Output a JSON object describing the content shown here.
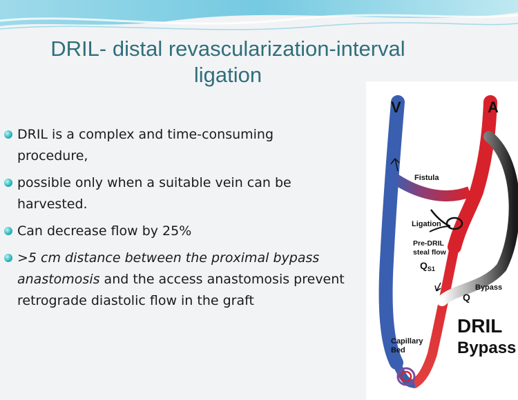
{
  "title": "DRIL- distal revascularization-interval ligation",
  "bullets": [
    {
      "text": "DRIL is a complex and time-consuming procedure,"
    },
    {
      "text": "possible only when a suitable vein can be harvested."
    },
    {
      "text": "Can decrease flow by 25%"
    },
    {
      "italic": ">5 cm distance  between the proximal bypass anastomosis",
      "text": " and the access anastomosis prevent retrograde diastolic flow in the graft"
    }
  ],
  "figure": {
    "label_v": "V",
    "label_a": "A",
    "label_fistula": "Fistula",
    "label_ligation": "Ligation",
    "label_predril_1": "Pre-DRIL",
    "label_predril_2": "steal flow",
    "label_qs1": "Q",
    "label_qs1_sub": "S1",
    "label_bypass_small": "Bypass",
    "label_q": "Q",
    "label_capillary_1": "Capillary",
    "label_capillary_2": "Bed",
    "label_dril_1": "DRIL",
    "label_dril_2": "Bypass"
  },
  "colors": {
    "vein": "#3a5fb0",
    "artery": "#d8222b",
    "title": "#2f6f7a",
    "bullet": "#2fb9c4"
  }
}
